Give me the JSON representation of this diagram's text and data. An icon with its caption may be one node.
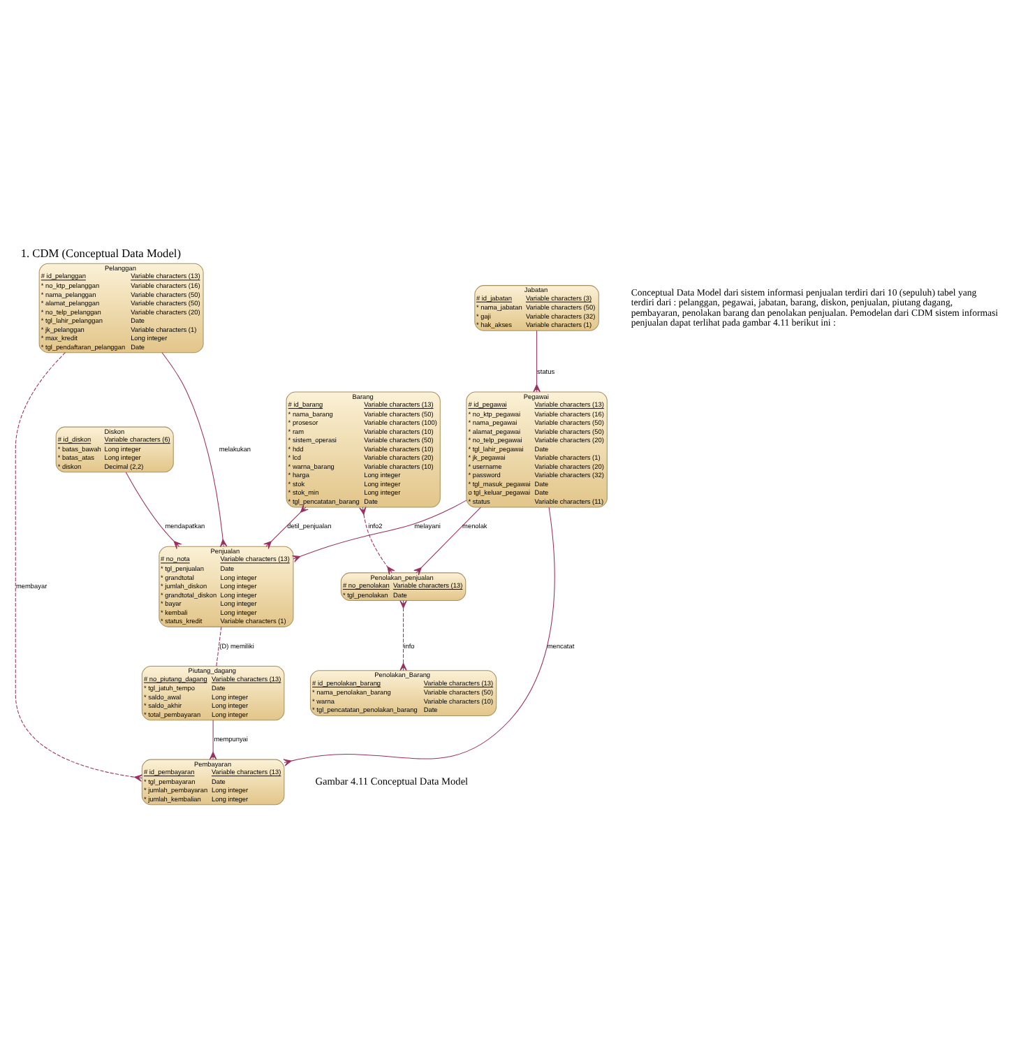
{
  "diagram": {
    "title": "1. CDM (Conceptual Data Model)",
    "caption": "Gambar 4.11 Conceptual Data Model",
    "nodes": [
      {
        "text": [
          "Pelanggan",
          "# id_pelanggan",
          "Variable characters (13)",
          "* no_ktp_pelanggan",
          "Variable characters (16)",
          "* nama_pelanggan",
          "Variable characters (50)",
          "* alamat_pelanggan",
          "Variable characters (50)",
          "* no_telp_pelanggan",
          "Variable characters (20)",
          "* tgl_lahir_pelanggan",
          "Date",
          "* jk_pelanggan",
          "Variable characters (1)",
          "* max_kredit",
          "Long integer",
          "* tgl_pendaftaran_pelanggan",
          "Date"
        ]
      },
      {
        "text": [
          "Diskon",
          "# id_diskon",
          "Variable characters (6)",
          "* batas_bawah",
          "Long integer",
          "* batas_atas",
          "Long integer",
          "* diskon",
          "Decimal (2,2)"
        ]
      },
      {
        "text": [
          "Barang",
          "# id_barang",
          "Variable characters (13)",
          "* nama_barang",
          "Variable characters (50)",
          "* prosesor",
          "Variable characters (100)",
          "* ram",
          "Variable characters (10)",
          "* sistem_operasi",
          "Variable characters (50)",
          "* hdd",
          "Variable characters (10)",
          "* lcd",
          "Variable characters (20)",
          "* warna_barang",
          "Variable characters (10)",
          "* harga",
          "Long integer",
          "* stok",
          "Long integer",
          "* stok_min",
          "Long integer",
          "* tgl_pencatatan_barang",
          "Date"
        ]
      },
      {
        "text": [
          "Penjualan",
          "# no_nota",
          "Variable characters (13)",
          "* tgl_penjualan",
          "Date",
          "* grandtotal",
          "Long integer",
          "* jumlah_diskon",
          "Long integer",
          "* grandtotal_diskon",
          "Long integer",
          "* bayar",
          "Long integer",
          "* kembali",
          "Long integer",
          "* status_kredit",
          "Variable characters (1)"
        ]
      },
      {
        "text": [
          "Piutang_dagang",
          "# no_piutang_dagang",
          "Variable characters (13)",
          "* tgl_jatuh_tempo",
          "Date",
          "* saldo_awal",
          "Long integer",
          "* saldo_akhir",
          "Long integer",
          "* total_pembayaran",
          "Long integer"
        ]
      },
      {
        "text": [
          "Pegawai",
          "# id_pegawai",
          "Variable characters (13)",
          "* no_ktp_pegawai",
          "Variable characters (16)",
          "* nama_pegawai",
          "Variable characters (50)",
          "* alamat_pegawai",
          "Variable characters (50)",
          "* no_telp_pegawai",
          "Variable characters (20)",
          "* tgl_lahir_pegawai",
          "Date",
          "* jk_pegawai",
          "Variable characters (1)",
          "* username",
          "Variable characters (20)",
          "* password",
          "Variable characters (32)",
          "* tgl_masuk_pegawai",
          "Date",
          "o tgl_keluar_pegawai",
          "Date",
          "* status",
          "Variable characters (11)"
        ]
      },
      {
        "text": [
          "Pembayaran",
          "# id_pembayaran",
          "Variable characters (13)",
          "* tgl_pembayaran",
          "Date",
          "* jumlah_pembayaran",
          "Long integer",
          "* jumlah_kembalian",
          "Long integer"
        ]
      },
      {
        "text": [
          "Jabatan",
          "# id_jabatan",
          "Variable characters (3)",
          "* nama_jabatan",
          "Variable characters (50)",
          "* gaji",
          "Variable characters (32)",
          "* hak_akses",
          "Variable characters (1)"
        ]
      },
      {
        "text": [
          "Penolakan_penjualan",
          "# no_penolakan",
          "Variable characters (13)",
          "* tgl_penolakan",
          "Date"
        ]
      },
      {
        "text": [
          "Penolakan_Barang",
          "# id_penolakan_barang",
          "Variable characters (13)",
          "* nama_penolakan_barang",
          "Variable characters (50)",
          "* warna",
          "Variable characters (10)",
          "* tgl_pencatatan_penolakan_barang",
          "Date"
        ]
      }
    ],
    "edges": [
      {
        "from": 1,
        "to": 3,
        "arrow": "other",
        "label": "mendapatkan"
      },
      {
        "from": 0,
        "to": 3,
        "arrow": "other",
        "label": "melakukan"
      },
      {
        "from": 2,
        "to": 3,
        "arrow": "other",
        "label": "detil_penjualan"
      },
      {
        "from": 3,
        "to": 4,
        "arrow": "none",
        "label": "(D) memiliki",
        "style": "dashed"
      },
      {
        "from": 0,
        "to": 6,
        "arrow": "other",
        "label": "membayar",
        "style": "dashed"
      },
      {
        "from": 4,
        "to": 6,
        "arrow": "other",
        "label": "mempunyai"
      },
      {
        "from": 5,
        "to": 3,
        "arrow": "other",
        "label": "melayani"
      },
      {
        "from": 5,
        "to": 6,
        "arrow": "other",
        "label": "mencatat"
      },
      {
        "from": 7,
        "to": 5,
        "arrow": "other",
        "label": "status"
      },
      {
        "from": 5,
        "to": 8,
        "arrow": "other",
        "label": "menolak"
      },
      {
        "from": 2,
        "to": 8,
        "arrow": "other",
        "label": "info2",
        "style": "dashed"
      },
      {
        "from": 8,
        "to": 9,
        "arrow": "other",
        "label": "info",
        "style": "dashed"
      }
    ],
    "labels": [
      "Conceptual Data Model dari sistem informasi penjualan terdiri dari 10 (sepuluh) tabel yang terdiri dari : pelanggan, pegawai, jabatan, barang, diskon, penjualan, piutang dagang, pembayaran, penolakan barang dan penolakan penjualan. Pemodelan dari CDM sistem informasi penjualan dapat terlihat pada gambar 4.11 berikut ini :"
    ]
  }
}
